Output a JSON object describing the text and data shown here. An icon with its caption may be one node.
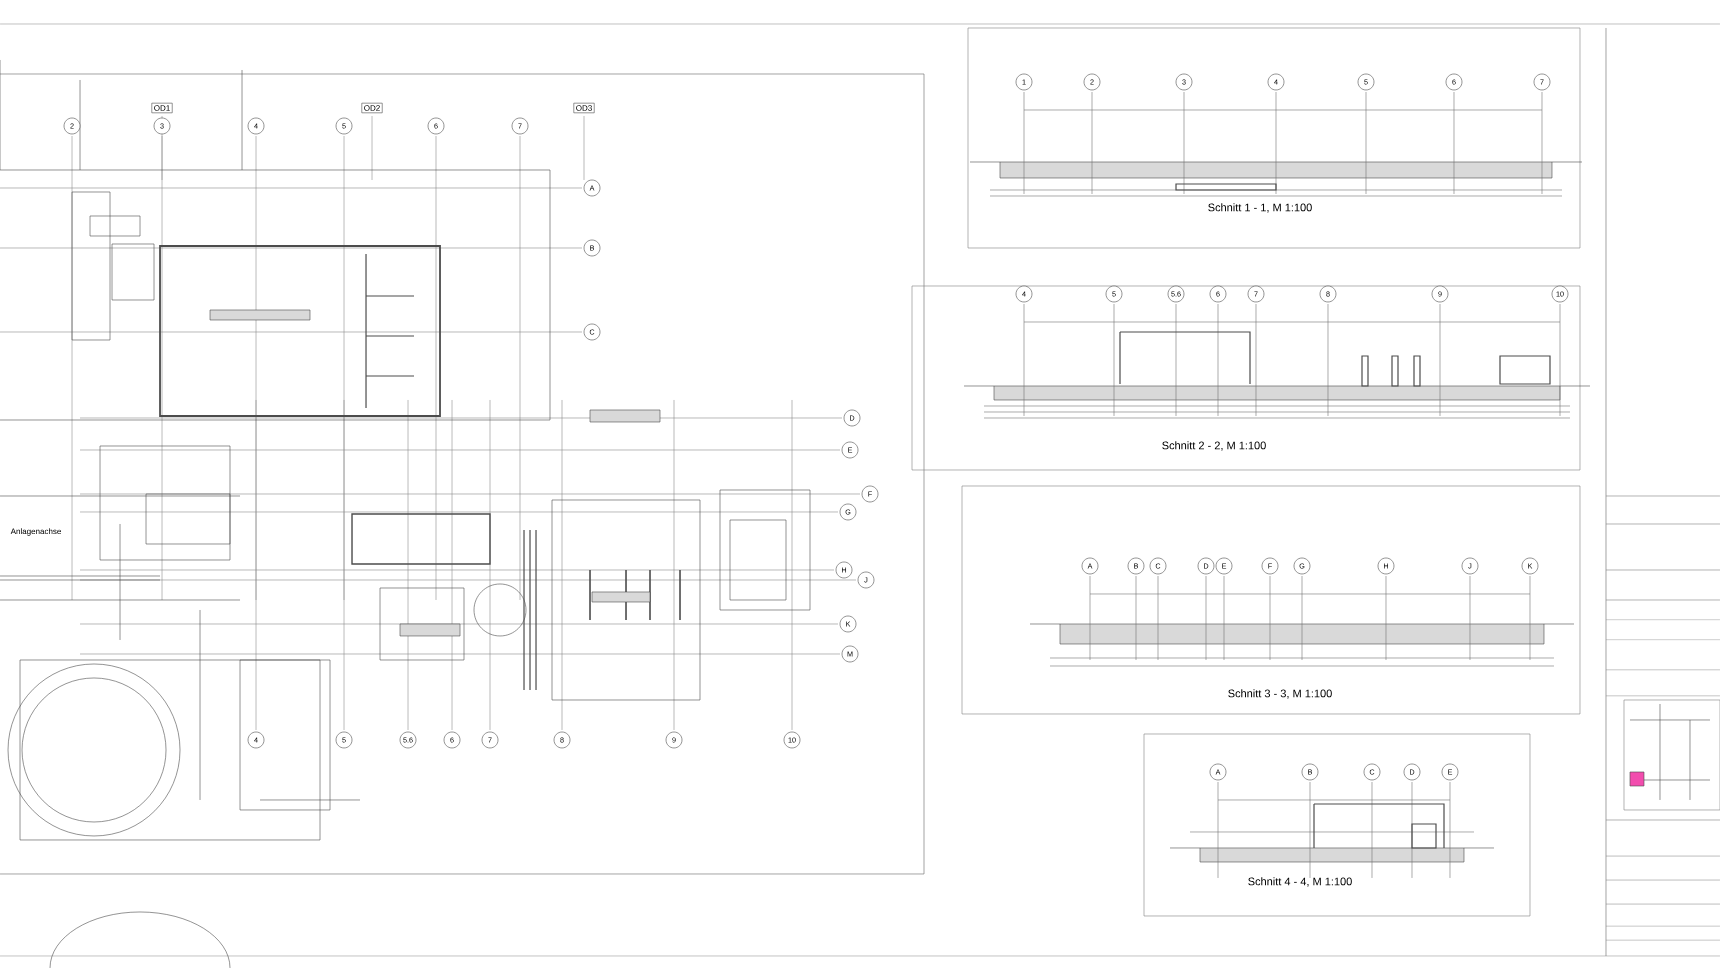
{
  "diagram": {
    "labels": [
      "OD1",
      "OD2",
      "OD3",
      "2",
      "3",
      "4",
      "5",
      "6",
      "7",
      "A",
      "B",
      "C",
      "D",
      "E",
      "F",
      "G",
      "H",
      "J",
      "K",
      "M",
      "Anlagenachse",
      "4",
      "5",
      "5.6",
      "6",
      "7",
      "8",
      "9",
      "10",
      "1",
      "2",
      "3",
      "4",
      "5",
      "6",
      "7",
      "Schnitt 1 - 1, M 1:100",
      "4",
      "5",
      "5.6",
      "6",
      "7",
      "8",
      "9",
      "10",
      "Schnitt 2 - 2, M 1:100",
      "A",
      "B",
      "C",
      "D",
      "E",
      "F",
      "G",
      "H",
      "J",
      "K",
      "Schnitt 3 - 3, M 1:100",
      "A",
      "B",
      "C",
      "D",
      "E",
      "Schnitt 4 - 4, M 1:100"
    ]
  }
}
